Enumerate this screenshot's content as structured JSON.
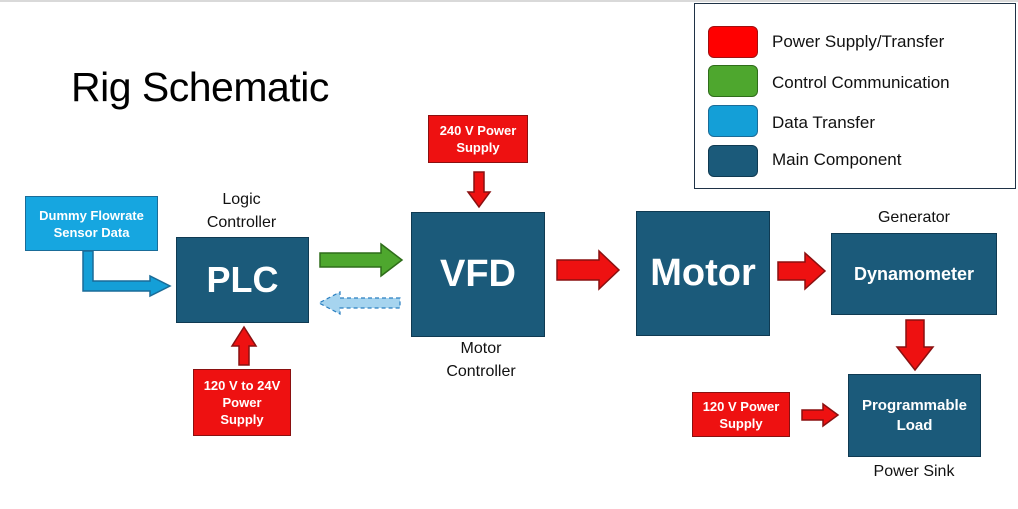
{
  "title": "Rig Schematic",
  "legend": [
    {
      "label": "Power Supply/Transfer",
      "color": "#ff0000"
    },
    {
      "label": "Control Communication",
      "color": "#4ea72e"
    },
    {
      "label": "Data Transfer",
      "color": "#149fd7"
    },
    {
      "label": "Main Component",
      "color": "#1b5a7a"
    }
  ],
  "components": {
    "plc": {
      "label": "PLC",
      "caption_line1": "Logic",
      "caption_line2": "Controller"
    },
    "vfd": {
      "label": "VFD",
      "caption_line1": "Motor",
      "caption_line2": "Controller"
    },
    "motor": {
      "label": "Motor"
    },
    "dynamometer": {
      "label": "Dynamometer",
      "caption": "Generator"
    },
    "load": {
      "label_line1": "Programmable",
      "label_line2": "Load",
      "caption": "Power Sink"
    }
  },
  "sources": {
    "sensor": {
      "line1": "Dummy Flowrate",
      "line2": "Sensor Data"
    },
    "vfd_supply": {
      "line1": "240 V Power",
      "line2": "Supply"
    },
    "plc_supply": {
      "line1": "120 V to 24V",
      "line2": "Power",
      "line3": "Supply"
    },
    "load_supply": {
      "line1": "120 V Power",
      "line2": "Supply"
    }
  },
  "colors": {
    "main": "#1b5a7a",
    "power": "#ff0000",
    "control": "#4ea72e",
    "data": "#149fd7",
    "data_dashed": "#a6d4ef"
  }
}
